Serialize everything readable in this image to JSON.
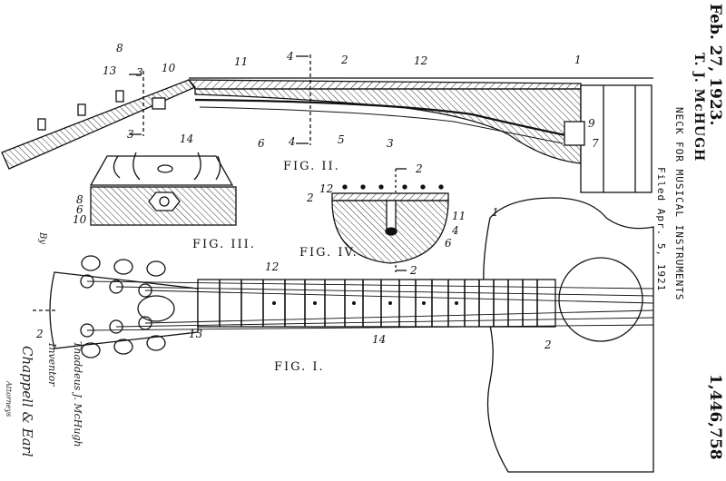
{
  "header": {
    "date": "Feb. 27, 1923.",
    "patent_number": "1,446,758",
    "inventor": "T. J. McHUGH",
    "title": "NECK FOR MUSICAL INSTRUMENTS",
    "filed": "Filed Apr. 5, 1921"
  },
  "signatures": {
    "inventor_caption": "Inventor",
    "inventor_name": "Thaddeus J. McHugh",
    "witness_signature": "Chappell & Earl",
    "attorneys_caption": "Attorneys",
    "by": "By"
  },
  "figures": {
    "fig1": "FIG. I.",
    "fig2": "FIG. II.",
    "fig3": "FIG. III.",
    "fig4": "FIG. IV."
  },
  "reference_numerals": {
    "n1": "1",
    "n2": "2",
    "n3": "3",
    "n4": "4",
    "n5": "5",
    "n6": "6",
    "n7": "7",
    "n8": "8",
    "n9": "9",
    "n10": "10",
    "n11": "11",
    "n12": "12",
    "n13": "13",
    "n14": "14"
  }
}
